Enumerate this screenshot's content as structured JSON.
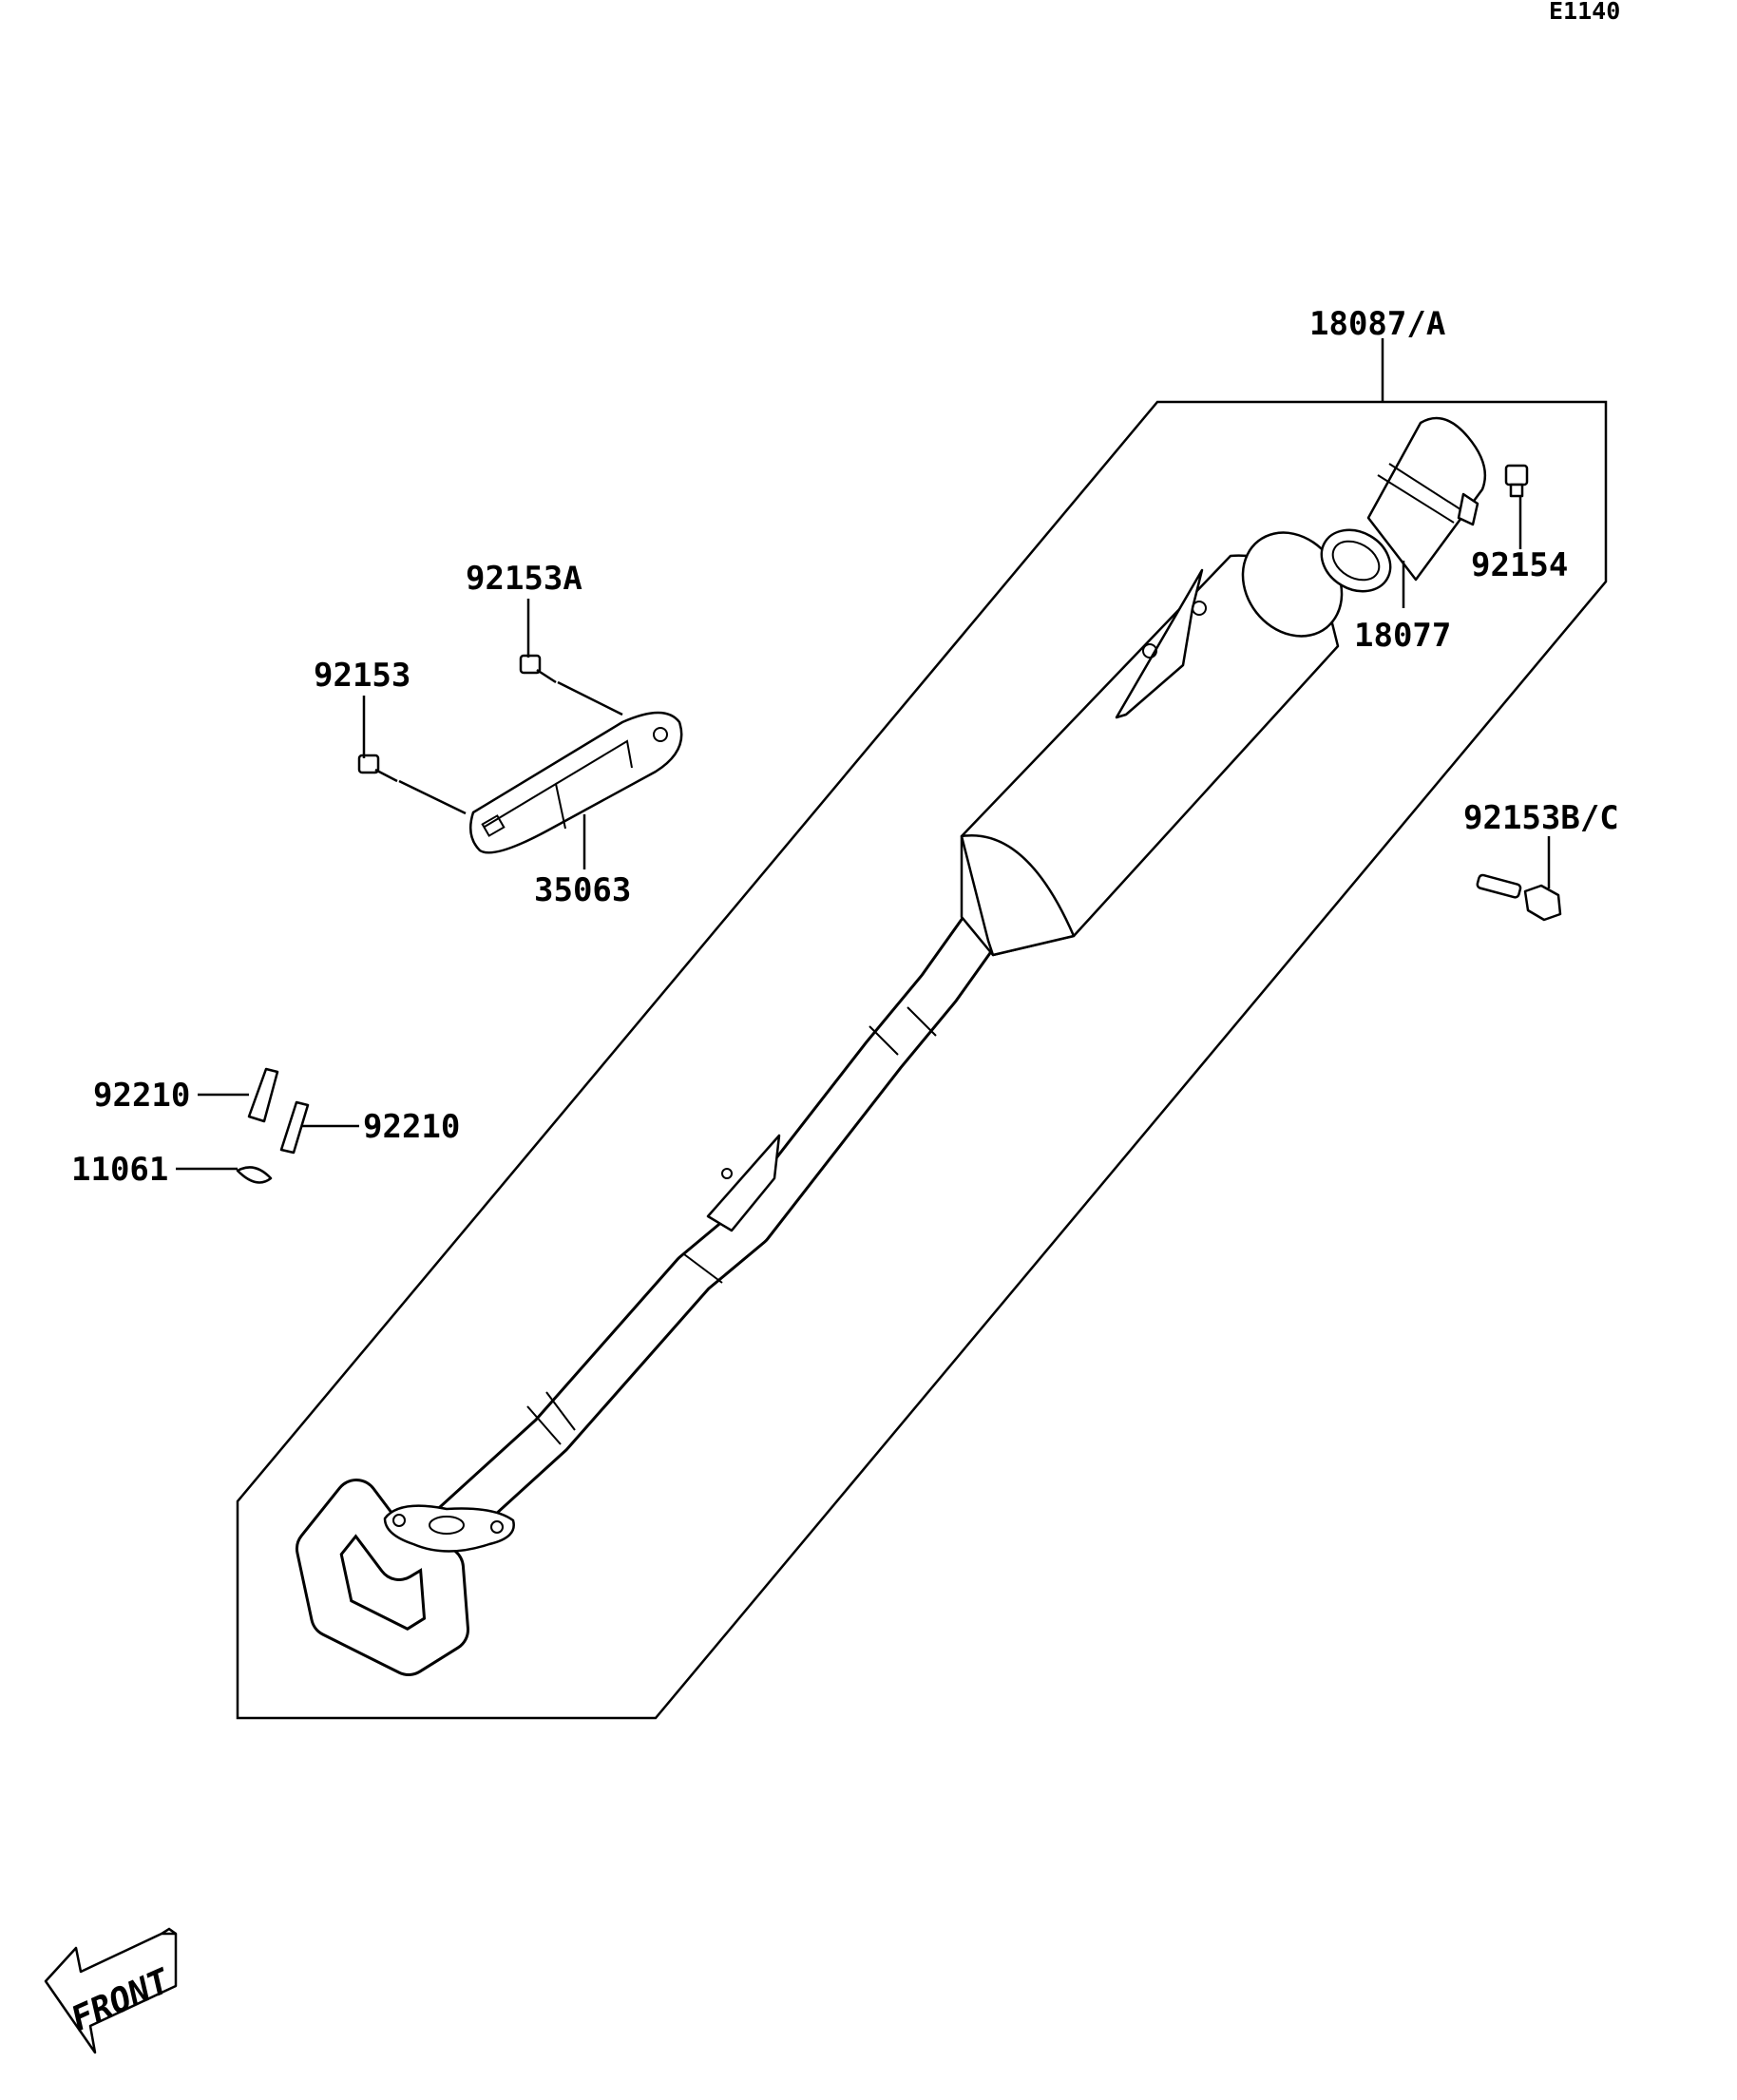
{
  "diagram": {
    "code": "E1140",
    "front_label": "FRONT",
    "labels": {
      "p18087": "18087/A",
      "p18077": "18077",
      "p92154": "92154",
      "p92153A": "92153A",
      "p92153": "92153",
      "p35063": "35063",
      "p92153BC": "92153B/C",
      "p92210a": "92210",
      "p92210b": "92210",
      "p11061": "11061"
    }
  }
}
